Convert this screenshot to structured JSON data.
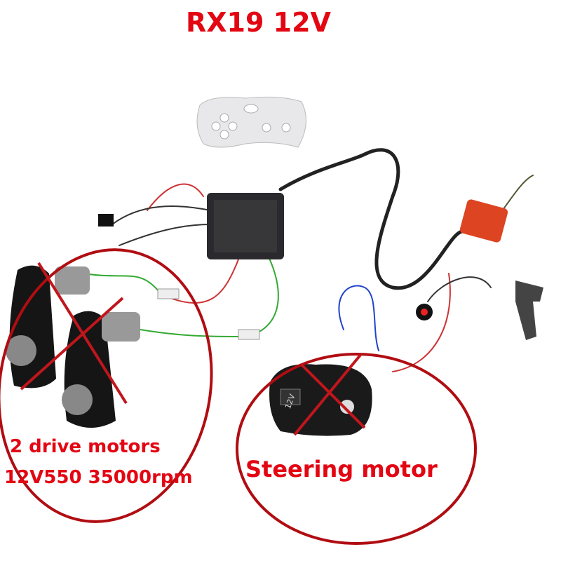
{
  "title": "RX19 12V",
  "drive_motors": {
    "label": "2 drive motors",
    "spec": "12V550 35000rpm"
  },
  "steering_motor": {
    "label": "Steering motor",
    "marking": "12V"
  },
  "colors": {
    "annotation_red": "#e30613",
    "circle_red": "#b00d12"
  }
}
